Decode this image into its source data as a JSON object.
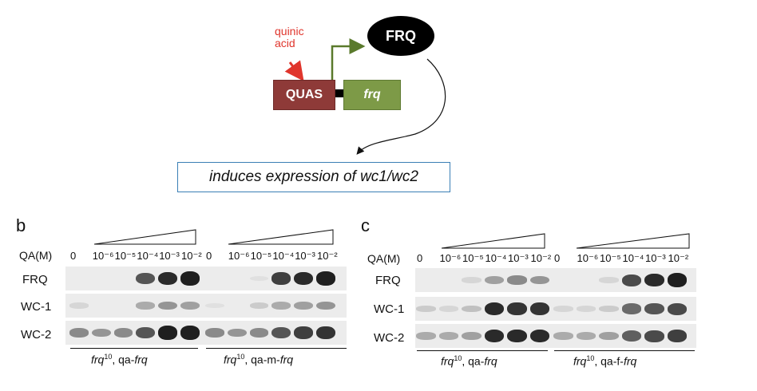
{
  "schematic": {
    "inducer_label": "quinic acid",
    "promoter_label": "QUAS",
    "gene_label": "frq",
    "protein_label": "FRQ",
    "effect_text": "induces expression of wc1/wc2",
    "colors": {
      "promoter": "#8e3a38",
      "gene": "#7d9a47",
      "inducer": "#e0352c",
      "box_border": "#3a7fb5"
    }
  },
  "panels": [
    {
      "letter": "b",
      "axis_label": "QA(M)",
      "lanes": [
        "0",
        "10⁻⁶",
        "10⁻⁵",
        "10⁻⁴",
        "10⁻³",
        "10⁻²"
      ],
      "rows": [
        "FRQ",
        "WC-1",
        "WC-2"
      ],
      "groups": [
        {
          "strain": "frq",
          "sup": "10",
          "construct_prefix": ", qa-",
          "construct": "frq"
        },
        {
          "strain": "frq",
          "sup": "10",
          "construct_prefix": ", qa-m-",
          "construct": "frq"
        }
      ]
    },
    {
      "letter": "c",
      "axis_label": "QA(M)",
      "lanes": [
        "0",
        "10⁻⁶",
        "10⁻⁵",
        "10⁻⁴",
        "10⁻³",
        "10⁻²"
      ],
      "rows": [
        "FRQ",
        "WC-1",
        "WC-2"
      ],
      "groups": [
        {
          "strain": "frq",
          "sup": "10",
          "construct_prefix": ", qa-",
          "construct": "frq"
        },
        {
          "strain": "frq",
          "sup": "10",
          "construct_prefix": ", qa-f-",
          "construct": "frq"
        }
      ]
    }
  ],
  "blot_intensity": {
    "b": {
      "FRQ": [
        0,
        0,
        0,
        0.7,
        0.9,
        0.95,
        0,
        0,
        0.05,
        0.8,
        0.9,
        0.95
      ],
      "WC-1": [
        0.1,
        0,
        0,
        0.3,
        0.4,
        0.35,
        0.05,
        0,
        0.15,
        0.3,
        0.35,
        0.4
      ],
      "WC-2": [
        0.45,
        0.4,
        0.45,
        0.7,
        0.95,
        0.95,
        0.45,
        0.4,
        0.45,
        0.7,
        0.8,
        0.85
      ]
    },
    "c": {
      "FRQ": [
        0,
        0,
        0.1,
        0.35,
        0.45,
        0.4,
        0,
        0,
        0.1,
        0.75,
        0.9,
        0.95
      ],
      "WC-1": [
        0.15,
        0.1,
        0.2,
        0.9,
        0.85,
        0.85,
        0.1,
        0.1,
        0.15,
        0.6,
        0.7,
        0.75
      ],
      "WC-2": [
        0.3,
        0.3,
        0.35,
        0.9,
        0.9,
        0.9,
        0.3,
        0.3,
        0.35,
        0.65,
        0.75,
        0.8
      ]
    }
  }
}
